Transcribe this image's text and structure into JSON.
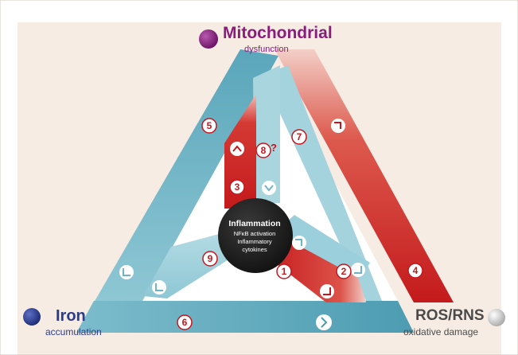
{
  "nodes": {
    "mitochondrial": {
      "title": "Mitochondrial",
      "subtitle": "dysfunction",
      "color": "#8a1c7c"
    },
    "iron": {
      "title": "Iron",
      "subtitle": "accumulation",
      "color": "#2b3c8a"
    },
    "ros": {
      "title": "ROS/RNS",
      "subtitle": "oxidative damage",
      "color": "#c8c8c8"
    },
    "inflammation": {
      "title": "Inflammation",
      "line1": "NFκB activation",
      "line2": "Inflammatory",
      "line3": "cytokines"
    }
  },
  "pathways": [
    "1",
    "2",
    "3",
    "4",
    "5",
    "6",
    "7",
    "8",
    "9"
  ],
  "pathway8_suffix": "?",
  "colors": {
    "background": "#f6ece4",
    "teal": "#6fb4c6",
    "teal_light": "#bddfe6",
    "red": "#c7151d",
    "center": "#1c1c1c"
  }
}
